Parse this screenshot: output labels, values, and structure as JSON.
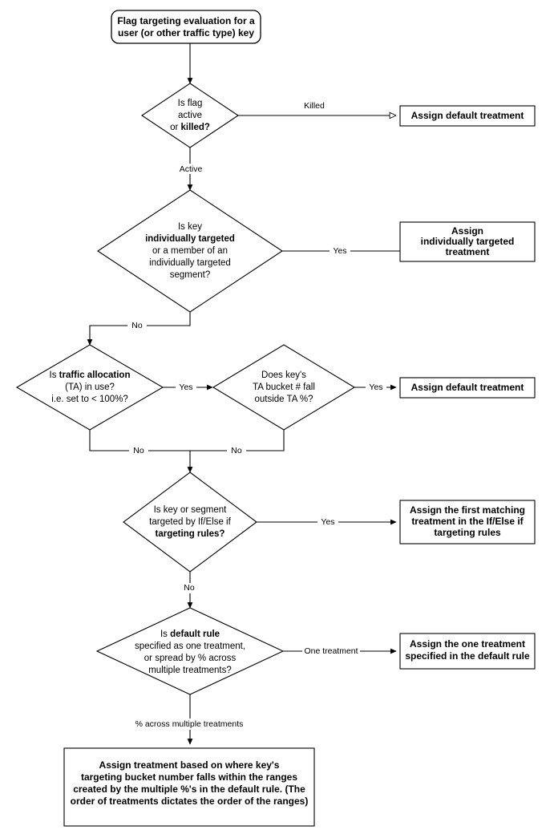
{
  "diagram": {
    "title": "Flag targeting evaluation flowchart",
    "type": "flowchart",
    "colors": {
      "background": "#ffffff",
      "stroke": "#000000",
      "fill": "#ffffff",
      "text": "#000000"
    }
  },
  "nodes": {
    "start": {
      "shape": "terminator",
      "lines": [
        "Flag targeting evaluation for a",
        "user (or other traffic type) key"
      ]
    },
    "d1": {
      "shape": "decision",
      "lines": [
        "Is flag",
        "active",
        "or killed?"
      ],
      "bold_words": [
        "killed?"
      ]
    },
    "p1": {
      "shape": "process",
      "lines": [
        "Assign default treatment"
      ]
    },
    "d2": {
      "shape": "decision",
      "lines": [
        "Is key",
        "individually targeted",
        "or a member of an",
        "individually targeted",
        "segment?"
      ],
      "bold_lines": [
        1
      ]
    },
    "p2": {
      "shape": "process",
      "lines": [
        "Assign",
        "individually targeted",
        "treatment"
      ]
    },
    "d3": {
      "shape": "decision",
      "lines": [
        "Is traffic allocation",
        "(TA) in use?",
        "i.e. set to < 100%?"
      ],
      "bold_words": [
        "traffic allocation"
      ]
    },
    "d4": {
      "shape": "decision",
      "lines": [
        "Does key's",
        "TA bucket # fall",
        "outside TA %?"
      ]
    },
    "p3": {
      "shape": "process",
      "lines": [
        "Assign default treatment"
      ]
    },
    "d5": {
      "shape": "decision",
      "lines": [
        "Is key or segment",
        "targeted by If/Else if",
        "targeting rules?"
      ],
      "bold_lines": [
        2
      ]
    },
    "p4": {
      "shape": "process",
      "lines": [
        "Assign the first matching",
        "treatment in the If/Else if",
        "targeting rules"
      ]
    },
    "d6": {
      "shape": "decision",
      "lines": [
        "Is default rule",
        "specified as one treatment,",
        "or spread by % across",
        "multiple treatments?"
      ],
      "bold_words": [
        "default rule"
      ]
    },
    "p5": {
      "shape": "process",
      "lines": [
        "Assign the one treatment",
        "specified in the default rule"
      ]
    },
    "p6": {
      "shape": "process",
      "lines": [
        "Assign treatment based on where key's",
        "targeting bucket number falls within the ranges",
        "created by the multiple %'s in the default rule. (The",
        "order of treatments dictates the order of the ranges)"
      ]
    }
  },
  "edge_labels": {
    "killed": "Killed",
    "active": "Active",
    "yes_individual": "Yes",
    "no_individual": "No",
    "yes_ta": "Yes",
    "no_ta": "No",
    "yes_bucket": "Yes",
    "no_bucket": "No",
    "yes_ifelse": "Yes",
    "no_ifelse": "No",
    "one_treatment": "One treatment",
    "pct_multiple": "% across multiple treatments"
  }
}
